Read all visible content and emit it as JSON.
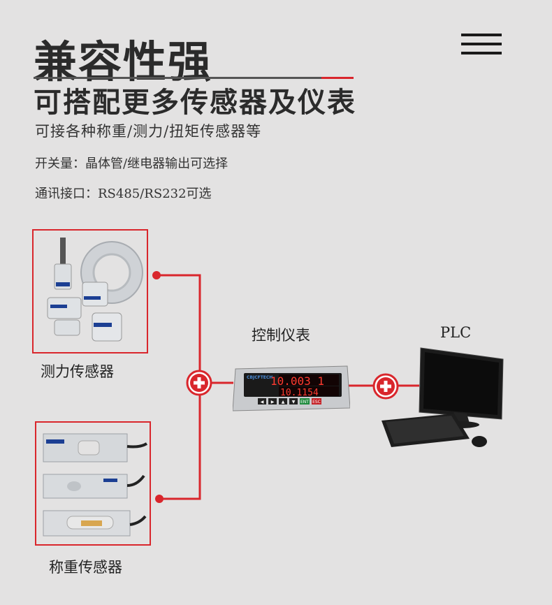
{
  "header": {
    "title": "兼容性强",
    "subtitle": "可搭配更多传感器及仪表"
  },
  "features": [
    "可接各种称重/测力/扭矩传感器等",
    "开关量：晶体管/继电器输出可选择",
    "通讯接口：RS485/RS232可选"
  ],
  "diagram": {
    "force_sensor_label": "测力传感器",
    "weighing_sensor_label": "称重传感器",
    "controller_label": "控制仪表",
    "plc_label": "PLC",
    "display_top": "10.003 1",
    "display_bottom": "10.1154",
    "brand_label": "CBJCFTECH",
    "keys": [
      "◀",
      "▶",
      "▲",
      "▼",
      "ENT",
      "ESC"
    ]
  },
  "colors": {
    "accent": "#d9262c",
    "background": "#e3e2e2",
    "text": "#2b2b2b",
    "display_digits": "#ff3b30"
  },
  "icons": [
    "menu-icon",
    "plus-connector-icon"
  ]
}
